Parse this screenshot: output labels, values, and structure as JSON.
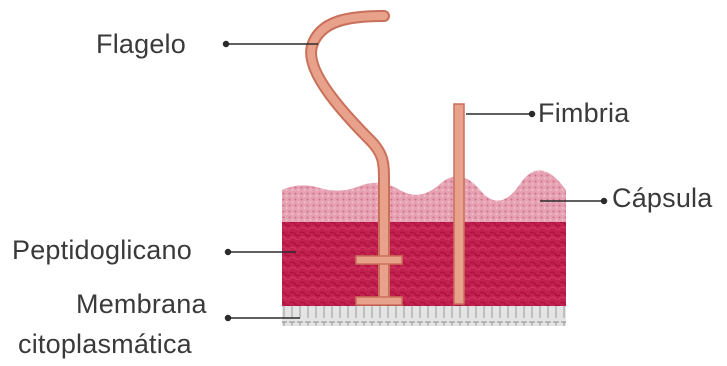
{
  "diagram": {
    "labels": {
      "flagelo": "Flagelo",
      "fimbria": "Fimbria",
      "capsula": "Cápsula",
      "peptidoglicano": "Peptidoglicano",
      "membrana_line1": "Membrana",
      "membrana_line2": "citoplasmática"
    },
    "colors": {
      "capsule": "#e8a3b4",
      "peptidoglycan": "#c41e4f",
      "membrane": "#d8d8d8",
      "flagellum": "#e0917a",
      "leader": "#2b2b2b",
      "text": "#3a3a3a"
    }
  }
}
